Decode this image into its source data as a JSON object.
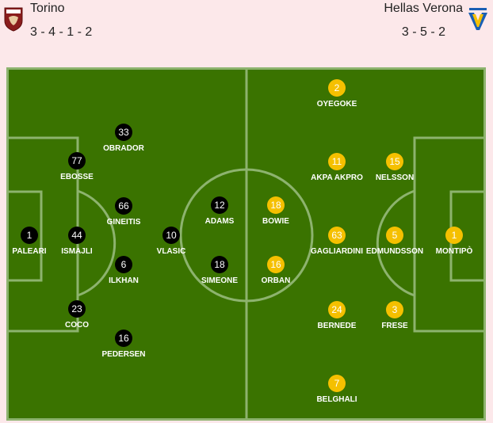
{
  "home": {
    "name": "Torino",
    "formation": "3 - 4 - 1 - 2",
    "crest_icon": "torino-bull-crest",
    "color": "#000000",
    "players": [
      {
        "number": "1",
        "name": "PALEARI"
      },
      {
        "number": "77",
        "name": "EBOSSE"
      },
      {
        "number": "44",
        "name": "ISMAJLI"
      },
      {
        "number": "23",
        "name": "COCO"
      },
      {
        "number": "33",
        "name": "OBRADOR"
      },
      {
        "number": "66",
        "name": "GINEITIS"
      },
      {
        "number": "6",
        "name": "ILKHAN"
      },
      {
        "number": "16",
        "name": "PEDERSEN"
      },
      {
        "number": "10",
        "name": "VLASIC"
      },
      {
        "number": "12",
        "name": "ADAMS"
      },
      {
        "number": "18",
        "name": "SIMEONE"
      }
    ]
  },
  "away": {
    "name": "Hellas Verona",
    "formation": "3 - 5 - 2",
    "crest_icon": "hellas-verona-crest",
    "color": "#f5c000",
    "players": [
      {
        "number": "1",
        "name": "MONTIPÒ"
      },
      {
        "number": "15",
        "name": "NELSSON"
      },
      {
        "number": "5",
        "name": "EDMUNDSSON"
      },
      {
        "number": "3",
        "name": "FRESE"
      },
      {
        "number": "2",
        "name": "OYEGOKE"
      },
      {
        "number": "11",
        "name": "AKPA AKPRO"
      },
      {
        "number": "63",
        "name": "GAGLIARDINI"
      },
      {
        "number": "24",
        "name": "BERNEDE"
      },
      {
        "number": "7",
        "name": "BELGHALI"
      },
      {
        "number": "18",
        "name": "BOWIE"
      },
      {
        "number": "16",
        "name": "ORBAN"
      }
    ]
  },
  "pitch_color": "#3a7300"
}
